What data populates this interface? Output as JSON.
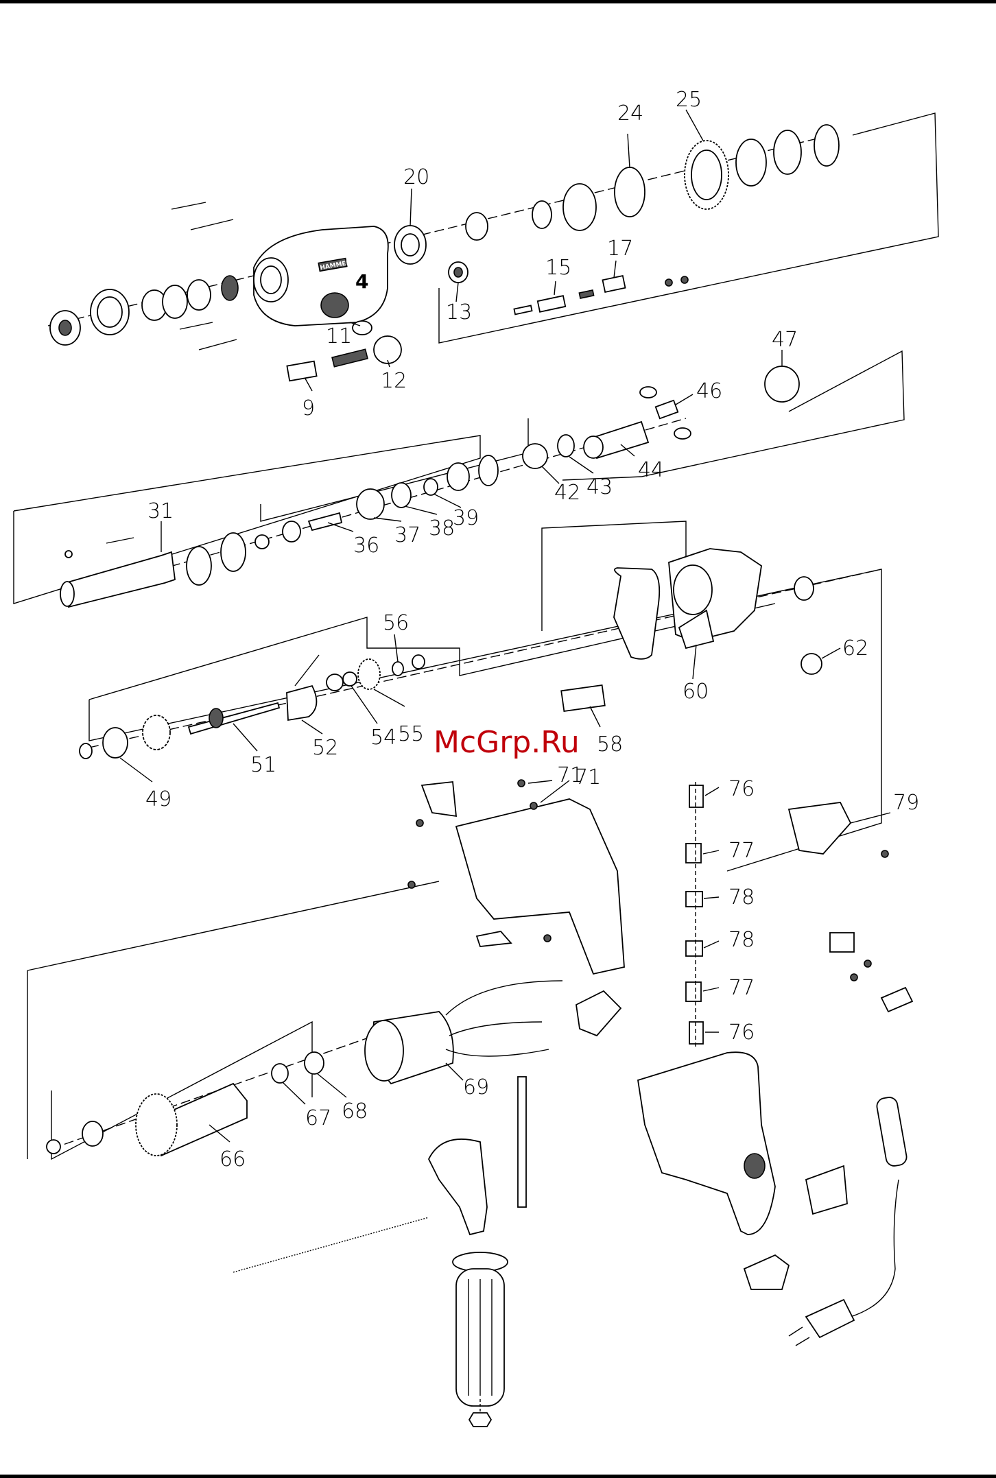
{
  "diagram": {
    "callouts": [
      "25",
      "24",
      "20",
      "13",
      "15",
      "17",
      "11",
      "12",
      "9",
      "47",
      "46",
      "44",
      "43",
      "42",
      "31",
      "36",
      "37",
      "38",
      "39",
      "56",
      "62",
      "60",
      "58",
      "55",
      "54",
      "52",
      "51",
      "49",
      "71",
      "71",
      "76",
      "77",
      "78",
      "78",
      "77",
      "76",
      "79",
      "69",
      "67",
      "68",
      "66"
    ],
    "housing_badges": [
      "HAMMER",
      "4"
    ]
  },
  "watermark": {
    "text": "McGrp.Ru",
    "color": "#c0000a"
  }
}
